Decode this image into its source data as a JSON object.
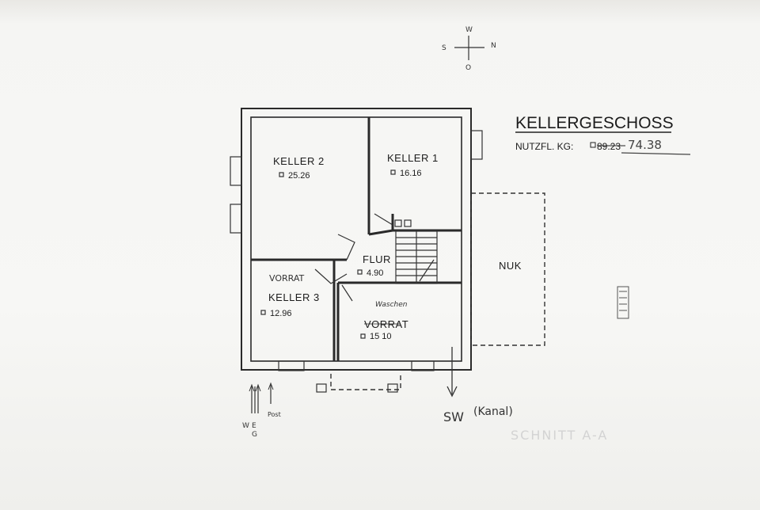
{
  "title": "KELLERGESCHOSS",
  "nutzflaeche": {
    "prefix": "NUTZFL. KG:",
    "old_value": "89.23",
    "new_value": "74.38"
  },
  "compass": {
    "top": "W",
    "left": "S",
    "right": "N",
    "bottom": "O"
  },
  "rooms": [
    {
      "name": "KELLER 2",
      "area": "25.26"
    },
    {
      "name": "KELLER 1",
      "area": "16.16"
    },
    {
      "name": "FLUR",
      "area": "4.90"
    },
    {
      "name": "KELLER 3",
      "area": "12.96",
      "note": "VORRAT"
    },
    {
      "name": "VORRAT",
      "area": "15 10",
      "note": "Waschen"
    }
  ],
  "annex": "NUK",
  "bottom_notes": {
    "sewer": "SW",
    "sewer_note": "(Kanal)",
    "utilities": [
      "W",
      "E",
      "G",
      "Post"
    ]
  },
  "faint_text": "SCHNITT A-A",
  "colors": {
    "ink": "#2a2a2a",
    "paper": "#f7f7f5"
  }
}
